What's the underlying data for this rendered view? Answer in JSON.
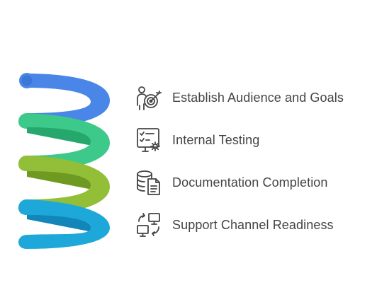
{
  "colors": {
    "text": "#444444",
    "icon": "#444444",
    "band_1": "#4A86E8",
    "band_1_back": "#2D63C8",
    "band_2": "#3DC98A",
    "band_2_back": "#26A86C",
    "band_3": "#92BF37",
    "band_3_back": "#6F9A22",
    "band_4": "#1EA8DA",
    "band_4_back": "#1286B8"
  },
  "steps": [
    {
      "label": "Establish Audience and Goals",
      "icon": "person-target-icon"
    },
    {
      "label": "Internal Testing",
      "icon": "checklist-gear-icon"
    },
    {
      "label": "Documentation Completion",
      "icon": "database-document-icon"
    },
    {
      "label": "Support Channel Readiness",
      "icon": "monitors-sync-icon"
    }
  ]
}
